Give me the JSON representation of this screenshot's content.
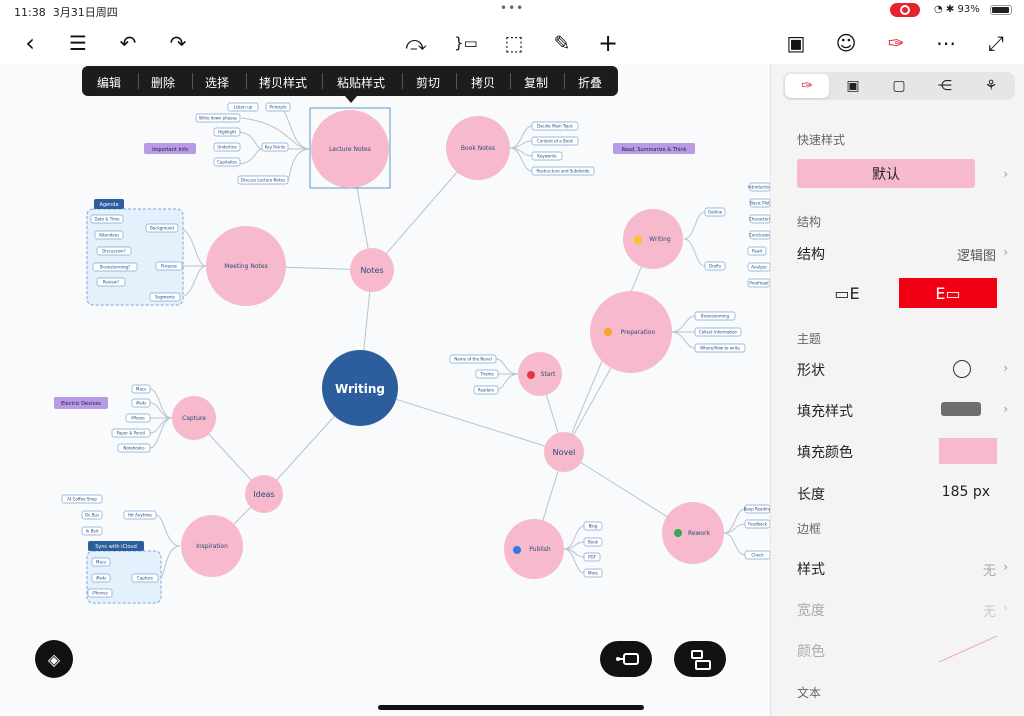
{
  "status": {
    "time": "11:38",
    "date": "3月31日周四",
    "battery": "93%"
  },
  "context_menu": [
    "编辑",
    "删除",
    "选择",
    "拷贝样式",
    "粘贴样式",
    "剪切",
    "拷贝",
    "复制",
    "折叠"
  ],
  "panel": {
    "quick_style_title": "快速样式",
    "quick_style_value": "默认",
    "structure_title": "结构",
    "structure_label": "结构",
    "structure_value": "逻辑图",
    "theme_title": "主题",
    "shape_label": "形状",
    "fill_style_label": "填充样式",
    "fill_color_label": "填充颜色",
    "length_label": "长度",
    "length_value": "185 px",
    "border_title": "边框",
    "border_style_label": "样式",
    "border_style_value": "无",
    "border_width_label": "宽度",
    "border_width_value": "无",
    "border_color_label": "颜色",
    "text_title": "文本"
  },
  "colors": {
    "pink": "#f7b9cc",
    "blue": "#2c5d9c",
    "red": "#f00012",
    "purple": "#b89ae6",
    "leaf": "#eaf3fb"
  },
  "mindmap": {
    "central": "Writing",
    "topics": [
      "Notes",
      "Ideas",
      "Novel"
    ],
    "notes_children": [
      "Lecture Notes",
      "Book Notes",
      "Meeting Notes"
    ],
    "lecture": [
      "Listen up",
      "Write down phases",
      "Principle",
      "Highlight",
      "Underline",
      "Capitalize",
      "Key Points",
      "Discuss Lecture Notes"
    ],
    "lecture_tag": "Important Info",
    "book": [
      "Decide Main Topic",
      "Content of a Book",
      "Keywords",
      "Restructure and Subdivide"
    ],
    "book_tag": "Read, Summarize & Think",
    "meeting_group": "Agenda",
    "meeting": [
      "Date & Time",
      "Attendees",
      "Background",
      "Discussion?",
      "Brainstorming?",
      "Purpose",
      "Review?",
      "Segments"
    ],
    "ideas_children": [
      "Capture",
      "Inspiration"
    ],
    "capture": [
      "Macs",
      "iPads",
      "iPhone",
      "Paper & Pencil",
      "Notebooks"
    ],
    "capture_tag": "Electric Devices",
    "inspiration": [
      "At Coffee Shop",
      "On Bus",
      "In Bed",
      "Hit Anytime",
      "Capture",
      "Macs",
      "iPads",
      "iPhones"
    ],
    "inspiration_group": "Sync with iCloud",
    "novel_children": [
      "Start",
      "Preparation",
      "Writing",
      "Publish",
      "Rework"
    ],
    "start": [
      "Name of the Novel",
      "Theme",
      "Readers"
    ],
    "preparation": [
      "Brainstorming",
      "Collect Information",
      "Where/How to write"
    ],
    "writing": [
      "Outline",
      "Drafts",
      "Introduction",
      "Basic Plot",
      "Characters",
      "Conclusion",
      "Read",
      "Analyze",
      "Proofread"
    ],
    "publish": [
      "Blog",
      "Book",
      "PDF",
      "More"
    ],
    "rework": [
      "Keep Reading",
      "Feedback",
      "Check"
    ]
  }
}
